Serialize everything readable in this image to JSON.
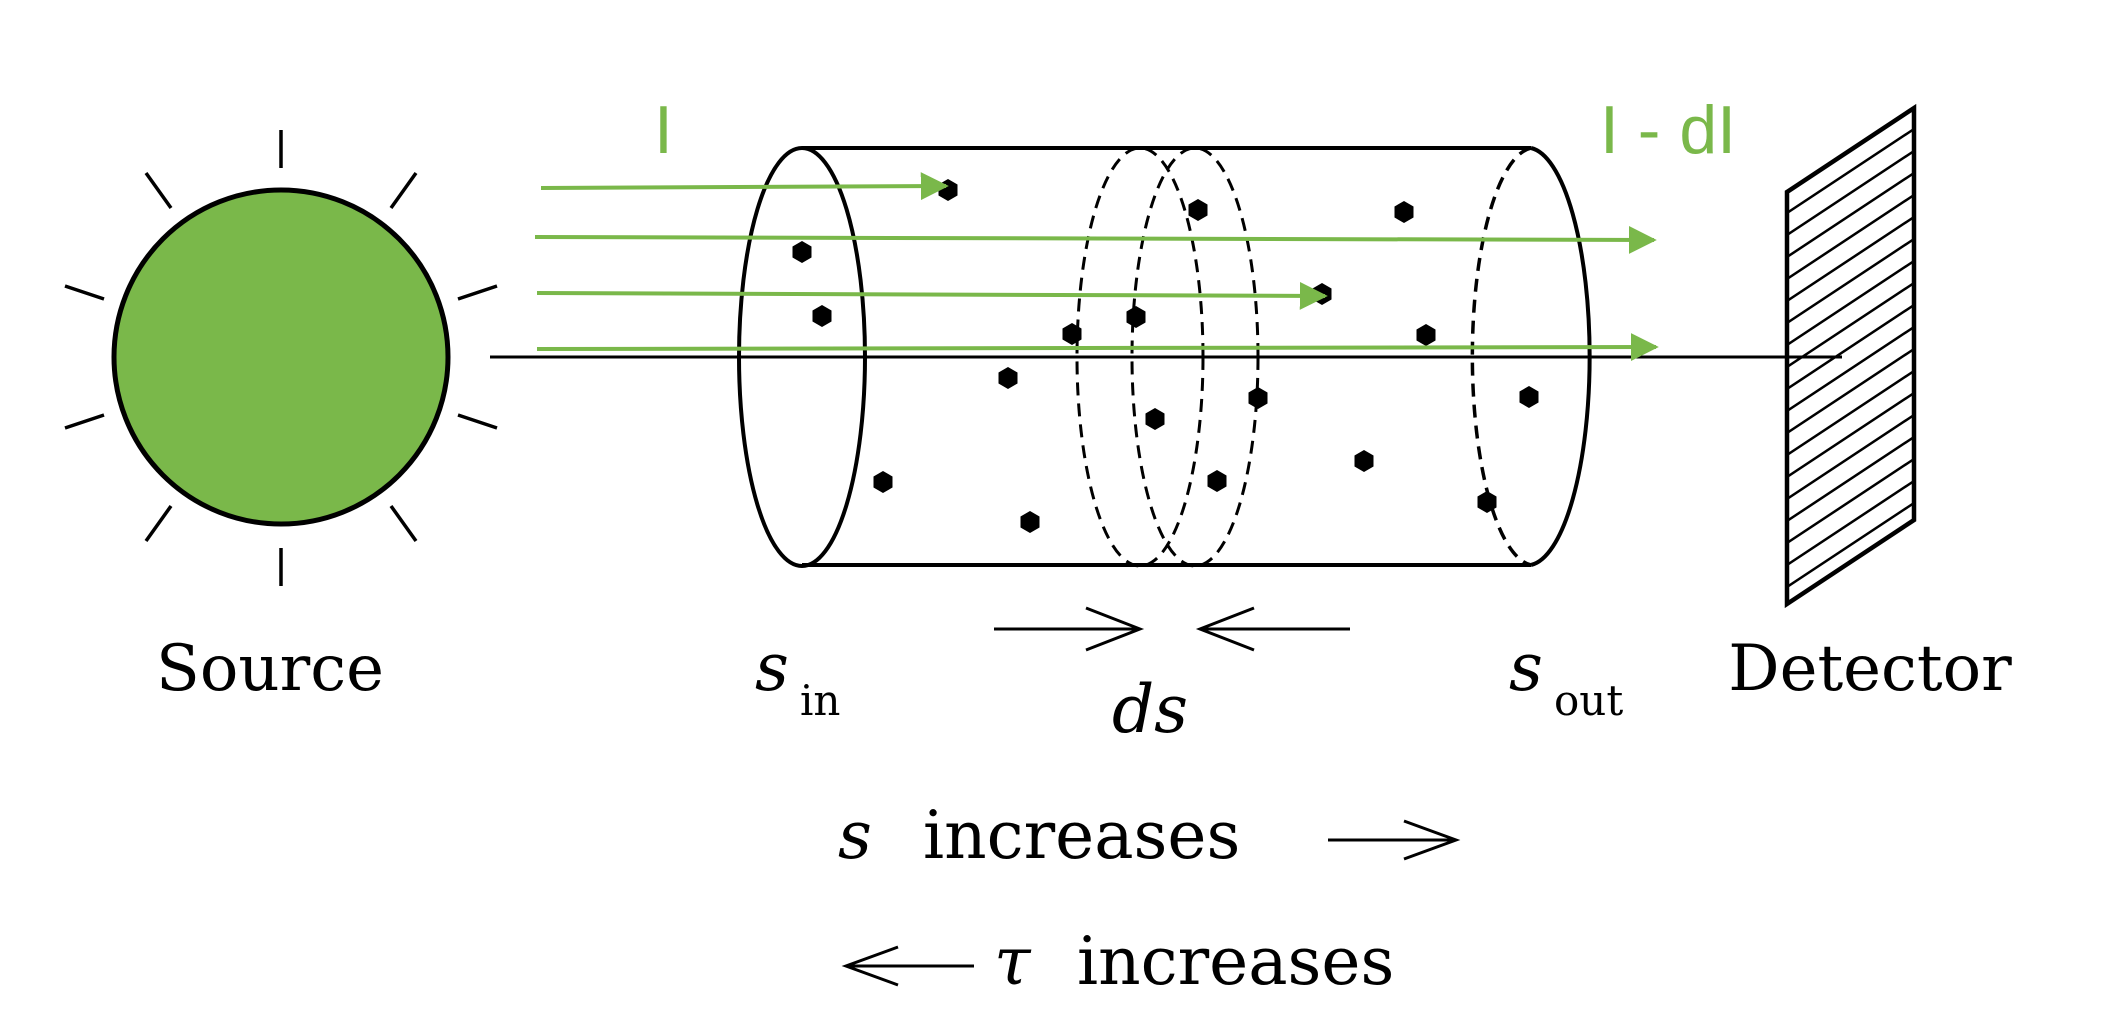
{
  "colors": {
    "accent_green": "#7ab84a",
    "ink": "#000000",
    "background": "#ffffff"
  },
  "labels": {
    "intensity_in": "I",
    "intensity_out": "I - dI",
    "source": "Source",
    "detector": "Detector",
    "s_symbol": "s",
    "s_in_sub": "in",
    "s_out_sub": "out",
    "ds": "ds",
    "s_increases_symbol": "s",
    "s_increases_text": "increases",
    "tau_symbol": "τ",
    "tau_increases_text": "increases"
  },
  "icons": {
    "source": "sun-icon",
    "detector": "hatched-plate-icon",
    "particles": "hexagon-particle-icon"
  }
}
